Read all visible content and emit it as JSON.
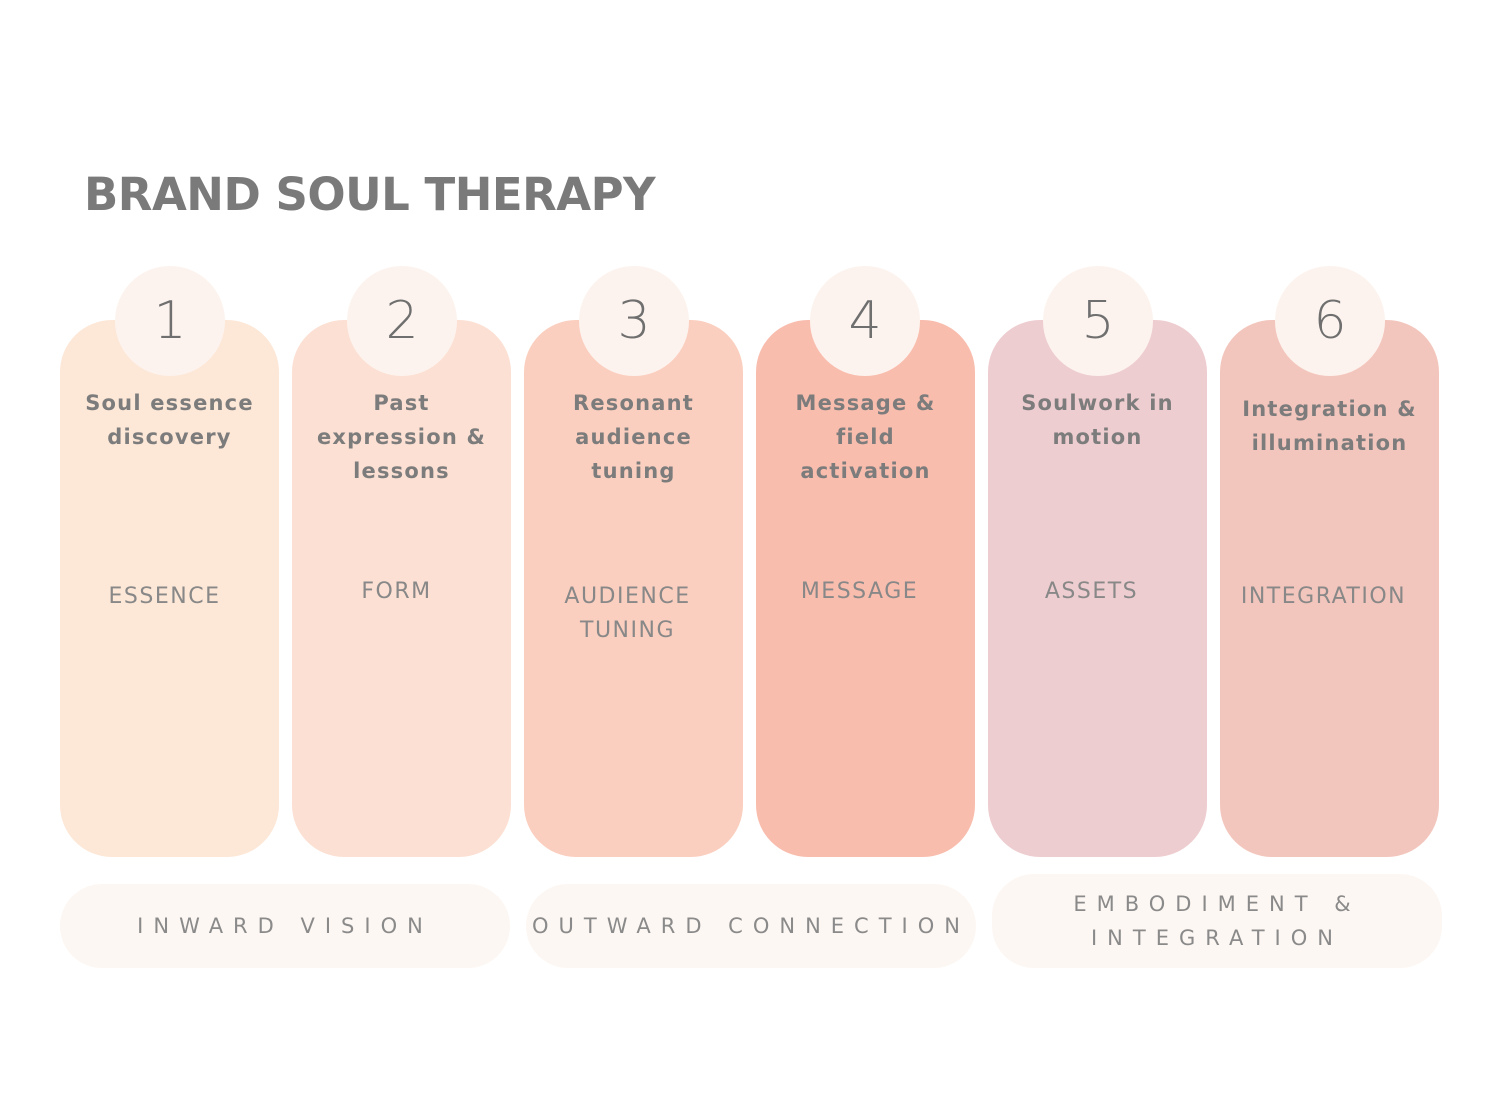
{
  "title": "BRAND SOUL THERAPY",
  "steps": [
    {
      "number": "1",
      "title": "Soul essence discovery",
      "label": "ESSENCE",
      "color": "#fde7d7"
    },
    {
      "number": "2",
      "title": "Past expression & lessons",
      "label": "FORM",
      "color": "#fce0d3"
    },
    {
      "number": "3",
      "title": "Resonant audience tuning",
      "label": "AUDIENCE TUNING",
      "color": "#fbcfbf"
    },
    {
      "number": "4",
      "title": "Message & field activation",
      "label": "MESSAGE",
      "color": "#f9bdae"
    },
    {
      "number": "5",
      "title": "Soulwork in motion",
      "label": "ASSETS",
      "color": "#eecdd0"
    },
    {
      "number": "6",
      "title": "Integration & illumination",
      "label": "INTEGRATION",
      "color": "#f3c6bd"
    }
  ],
  "phases": [
    {
      "label": "INWARD VISION"
    },
    {
      "label": "OUTWARD CONNECTION"
    },
    {
      "label": "EMBODIMENT & INTEGRATION"
    }
  ],
  "colors": {
    "number_circle": "#fdf3ee",
    "phase_pill": "#fdf7f3",
    "text": "#7d7d7d"
  }
}
